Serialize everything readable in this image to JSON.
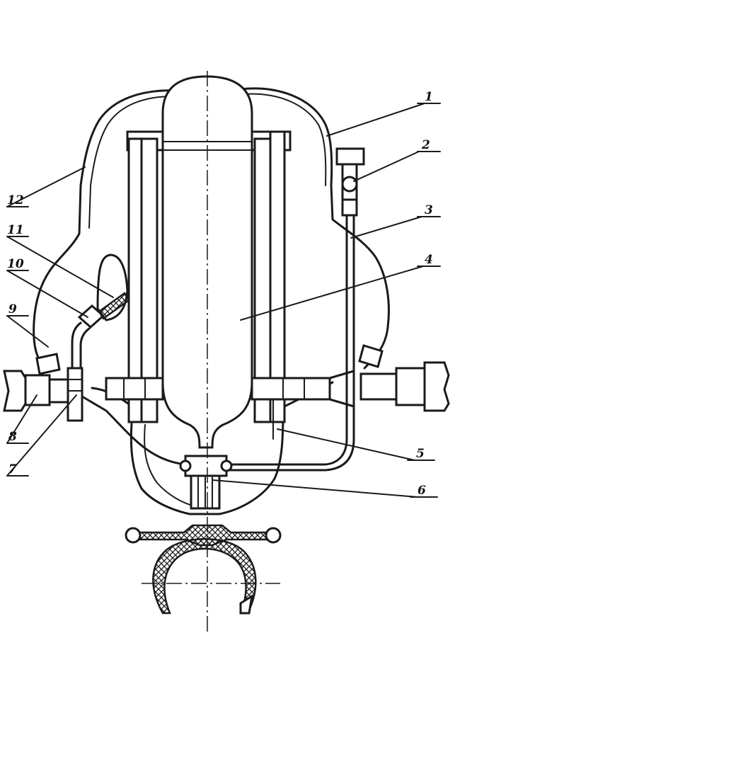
{
  "diagram": {
    "callouts": [
      {
        "id": "1",
        "text": "1"
      },
      {
        "id": "2",
        "text": "2"
      },
      {
        "id": "3",
        "text": "3"
      },
      {
        "id": "4",
        "text": "4"
      },
      {
        "id": "5",
        "text": "5"
      },
      {
        "id": "6",
        "text": "6"
      },
      {
        "id": "7",
        "text": "7"
      },
      {
        "id": "8",
        "text": "8"
      },
      {
        "id": "9",
        "text": "9"
      },
      {
        "id": "10",
        "text": "10"
      },
      {
        "id": "11",
        "text": "11"
      },
      {
        "id": "12",
        "text": "12"
      }
    ],
    "colors": {
      "ink": "#1a1a1a",
      "paper": "#ffffff"
    }
  }
}
